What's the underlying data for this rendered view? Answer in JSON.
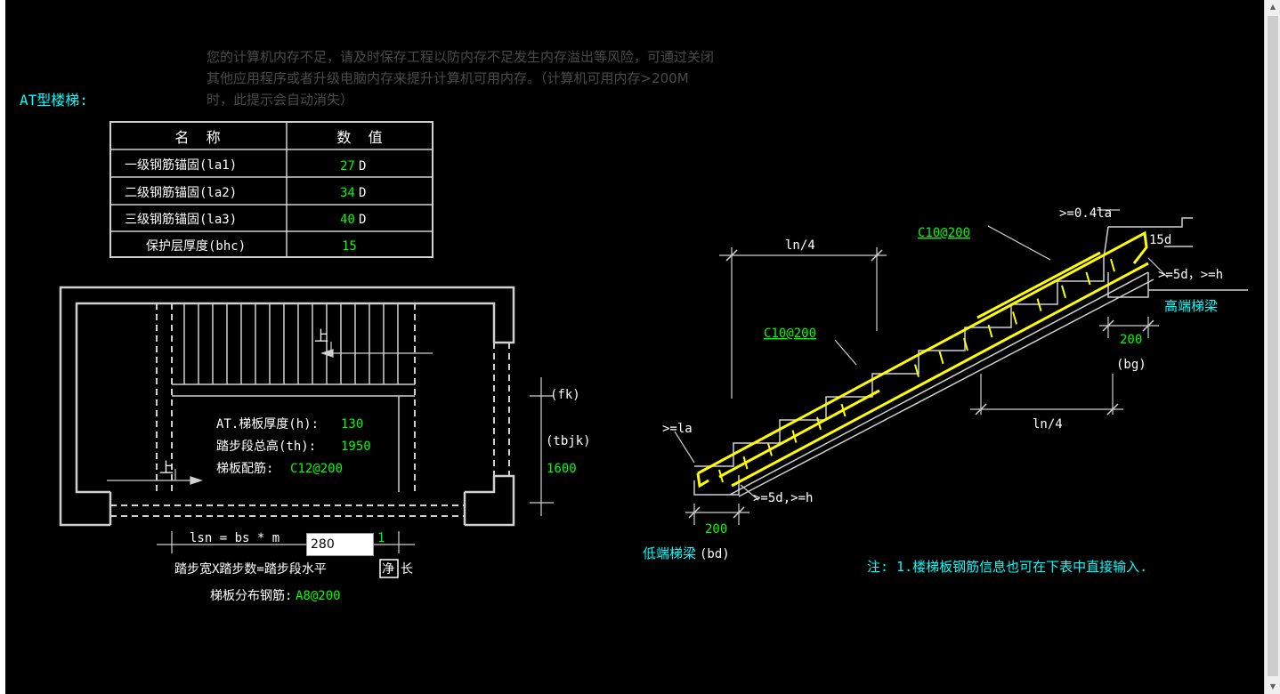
{
  "stair_title": "AT型楼梯:",
  "memory_warning": "您的计算机内存不足，请及时保存工程以防内存不足发生内存溢出等风险，可通过关闭其他应用程序或者升级电脑内存来提升计算机可用内存。（计算机可用内存>200M时，此提示会自动消失）",
  "table": {
    "header_name": "名  称",
    "header_value": "数  值",
    "rows": [
      {
        "name": "一级钢筋锚固(la1)",
        "value": "27",
        "unit": "D"
      },
      {
        "name": "二级钢筋锚固(la2)",
        "value": "34",
        "unit": "D"
      },
      {
        "name": "三级钢筋锚固(la3)",
        "value": "40",
        "unit": "D"
      },
      {
        "name": "保护层厚度(bhc)",
        "value": "15",
        "unit": ""
      }
    ]
  },
  "plan": {
    "up_label": "上",
    "thickness_label": "AT.梯板厚度(h):",
    "thickness_value": "130",
    "total_height_label": "踏步段总高(th):",
    "total_height_value": "1950",
    "rebar_label": "梯板配筋:",
    "rebar_value": "C12@200",
    "fk_label": "(fk)",
    "tbjk_label": "(tbjk)",
    "tbjk_value": "1600",
    "lsn_formula": "lsn = bs * m",
    "lsn_hidden_tail": "280",
    "lsn_tail_visible": "1",
    "input_value": "280",
    "formula_caption_a": "踏步宽X踏步数=踏步段水平",
    "formula_caption_b": "净",
    "formula_caption_c": "长",
    "distribution_label": "梯板分布钢筋:",
    "distribution_value": "A8@200"
  },
  "section": {
    "rebar_top": "C10@200",
    "rebar_mid": "C10@200",
    "ln4_top": "ln/4",
    "ln4_bottom": "ln/4",
    "dim_04la": ">=0.4la",
    "dim_15d": "15d",
    "dim_5d_h_high": ">=5d，>=h",
    "high_beam": "高端梯梁",
    "dim_200_high": "200",
    "bg_label": "(bg)",
    "dim_la": ">=la",
    "dim_5d_h_low": ">=5d,>=h",
    "dim_200_low": "200",
    "low_beam": "低端梯梁",
    "bd_label": "(bd)",
    "note": "注: 1.楼梯板钢筋信息也可在下表中直接输入."
  },
  "colors": {
    "background": "#000000",
    "line": "#d0d0d0",
    "value_green": "#00ff00",
    "cyan_text": "#00ffff",
    "rebar_yellow": "#ffff00"
  }
}
